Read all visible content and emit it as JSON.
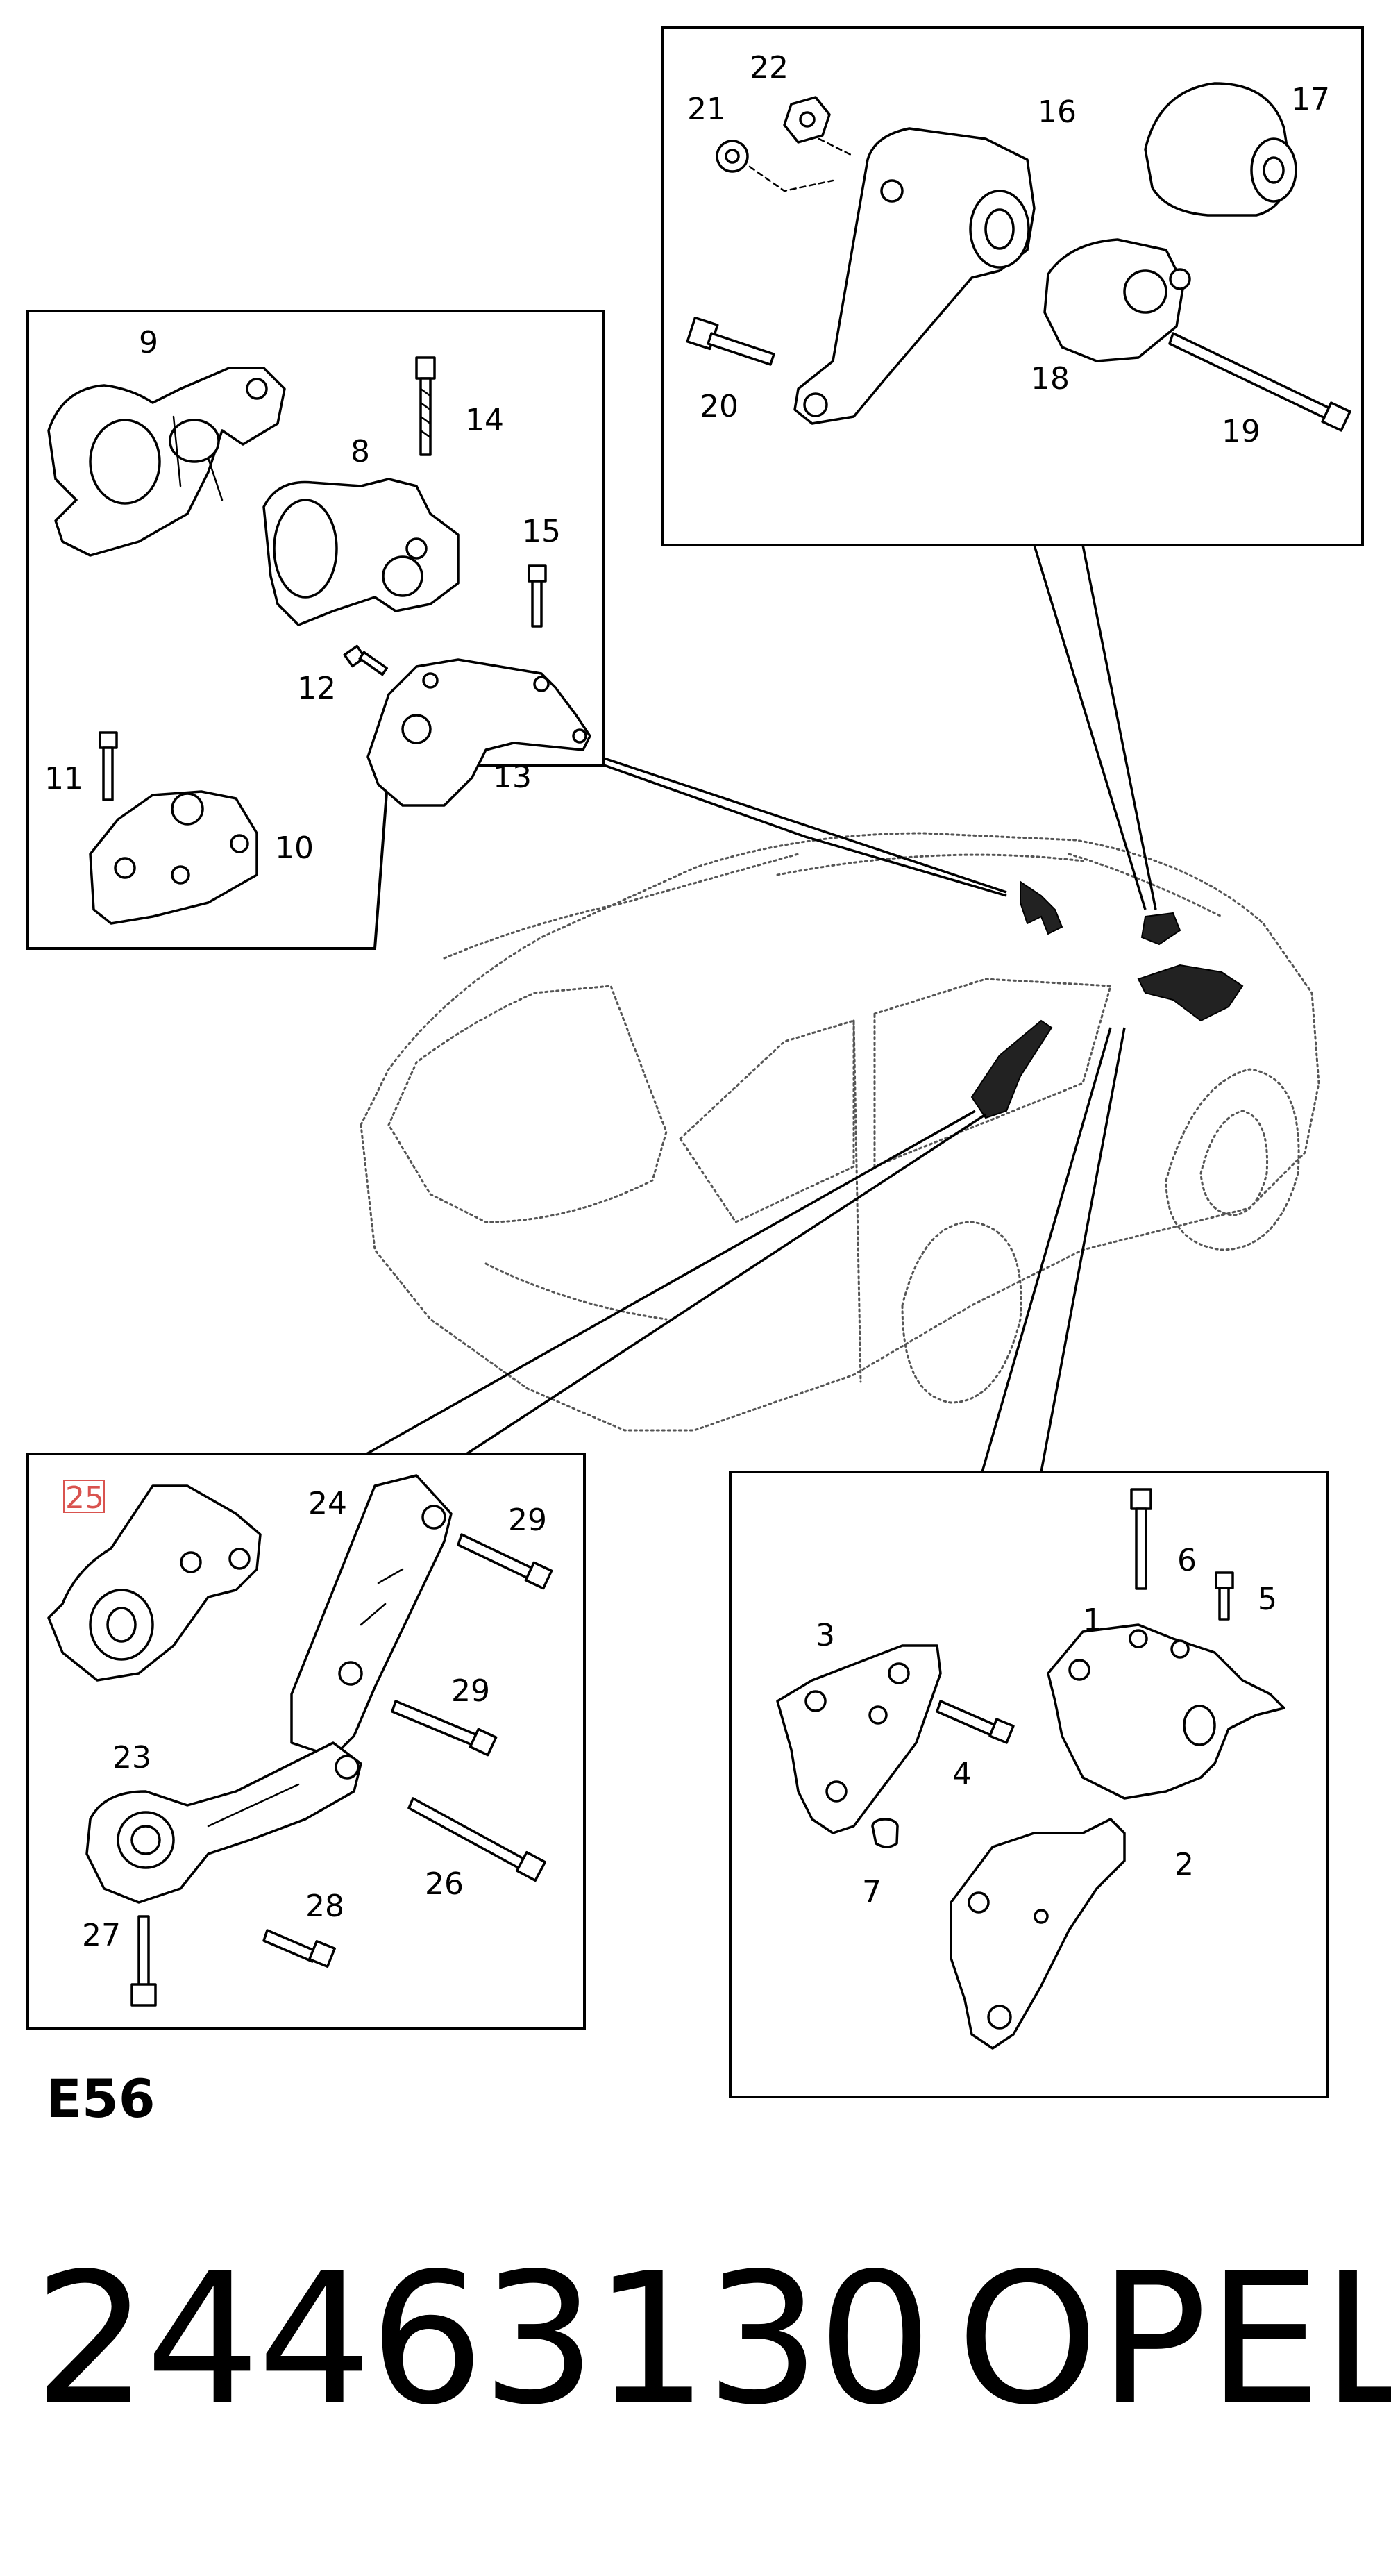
{
  "callouts": {
    "c1": "1",
    "c2": "2",
    "c3": "3",
    "c4": "4",
    "c5": "5",
    "c6": "6",
    "c7": "7",
    "c8": "8",
    "c9": "9",
    "c10": "10",
    "c11": "11",
    "c12": "12",
    "c13": "13",
    "c14": "14",
    "c15": "15",
    "c16": "16",
    "c17": "17",
    "c18": "18",
    "c19": "19",
    "c20": "20",
    "c21": "21",
    "c22": "22",
    "c23": "23",
    "c24": "24",
    "c25": "25",
    "c26": "26",
    "c27": "27",
    "c28": "28",
    "c29a": "29",
    "c29b": "29"
  },
  "highlighted_callout": "25",
  "highlight_color": "#d9534f",
  "reference_code": "E56",
  "part_number": "24463130",
  "brand": "OPEL"
}
